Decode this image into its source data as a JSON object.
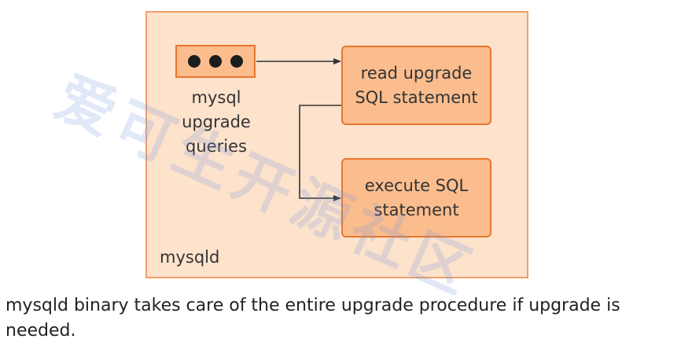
{
  "diagram": {
    "queries_box": {
      "dot_count": 3,
      "label_lines": [
        "mysql",
        "upgrade",
        "queries"
      ]
    },
    "read_box": {
      "label_lines": [
        "read upgrade",
        "SQL statement"
      ]
    },
    "execute_box": {
      "label_lines": [
        "execute SQL",
        "statement"
      ]
    },
    "container_label": "mysqld"
  },
  "caption": "mysqld binary takes care of the entire upgrade procedure if upgrade is needed.",
  "watermark": "爱可生开源社区",
  "colors": {
    "container_fill": "#fde2cc",
    "container_border": "#f0a06a",
    "box_fill": "#fbbd8e",
    "box_border": "#e8762e",
    "arrow": "#333333"
  }
}
